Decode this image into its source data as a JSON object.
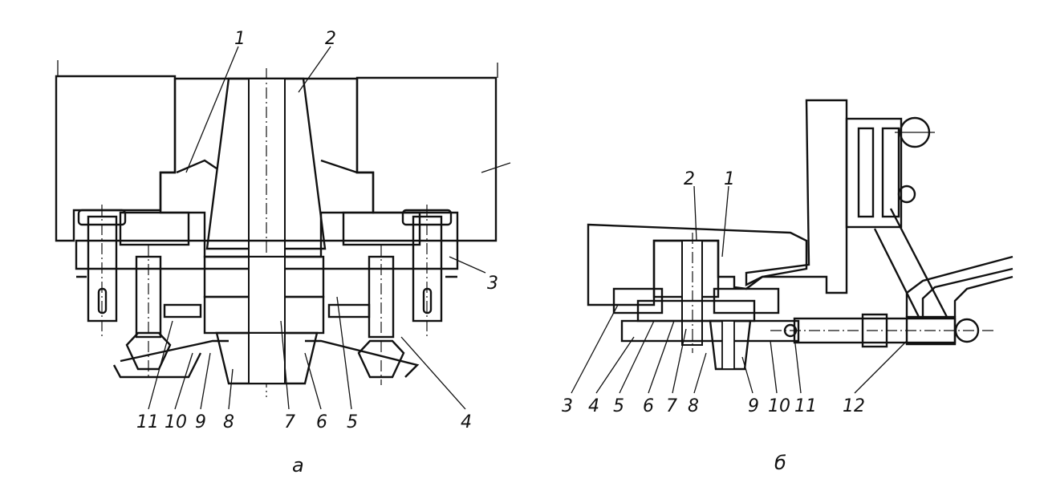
{
  "figure_a": {
    "caption": "a",
    "labels": [
      "1",
      "2",
      "3",
      "4",
      "5",
      "6",
      "7",
      "8",
      "9",
      "10",
      "11"
    ]
  },
  "figure_b": {
    "caption": "б",
    "labels": [
      "1",
      "2",
      "3",
      "4",
      "5",
      "6",
      "7",
      "8",
      "9",
      "10",
      "11",
      "12"
    ]
  },
  "colors": {
    "ink": "#111111",
    "paper": "#ffffff"
  }
}
